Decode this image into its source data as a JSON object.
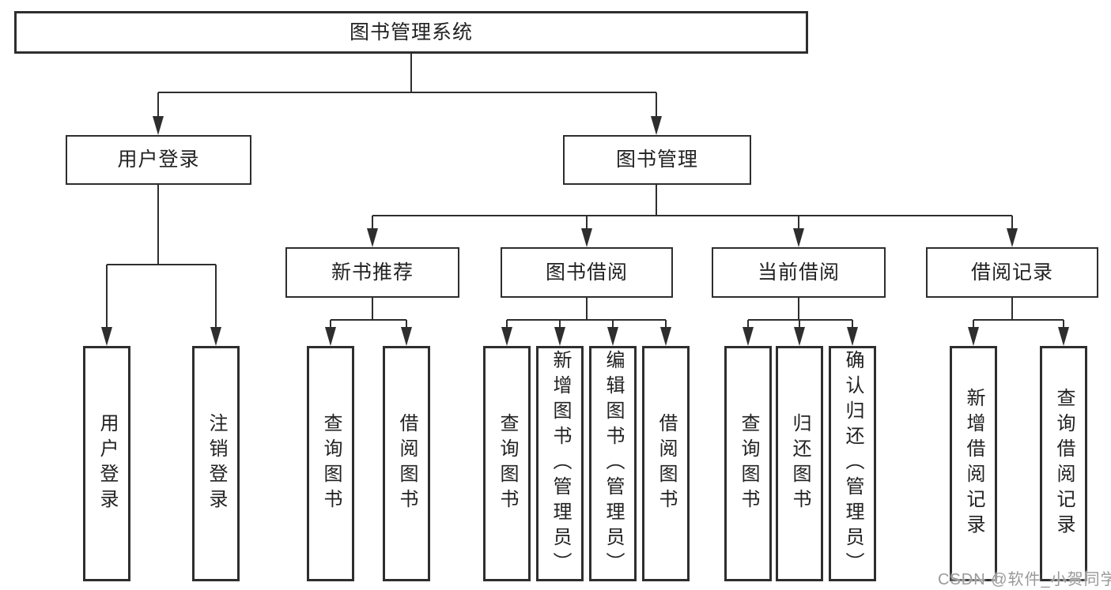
{
  "diagram_title": "图书管理系统",
  "tree": {
    "label": "图书管理系统",
    "children": [
      {
        "label": "用户登录",
        "children": [
          {
            "label": "用户登录"
          },
          {
            "label": "注销登录"
          }
        ]
      },
      {
        "label": "图书管理",
        "children": [
          {
            "label": "新书推荐",
            "children": [
              {
                "label": "查询图书"
              },
              {
                "label": "借阅图书"
              }
            ]
          },
          {
            "label": "图书借阅",
            "children": [
              {
                "label": "查询图书"
              },
              {
                "label": "新增图书（管理员）"
              },
              {
                "label": "编辑图书（管理员）"
              },
              {
                "label": "借阅图书"
              }
            ]
          },
          {
            "label": "当前借阅",
            "children": [
              {
                "label": "查询图书"
              },
              {
                "label": "归还图书"
              },
              {
                "label": "确认归还（管理员）"
              }
            ]
          },
          {
            "label": "借阅记录",
            "children": [
              {
                "label": "新增借阅记录"
              },
              {
                "label": "查询借阅记录"
              }
            ]
          }
        ]
      }
    ]
  },
  "watermark": {
    "text": "CSDN @软件_小贺同学"
  },
  "colors": {
    "line": "#2e2e2e",
    "text": "#222222",
    "background": "#ffffff",
    "watermark": "#9a9a9a"
  }
}
